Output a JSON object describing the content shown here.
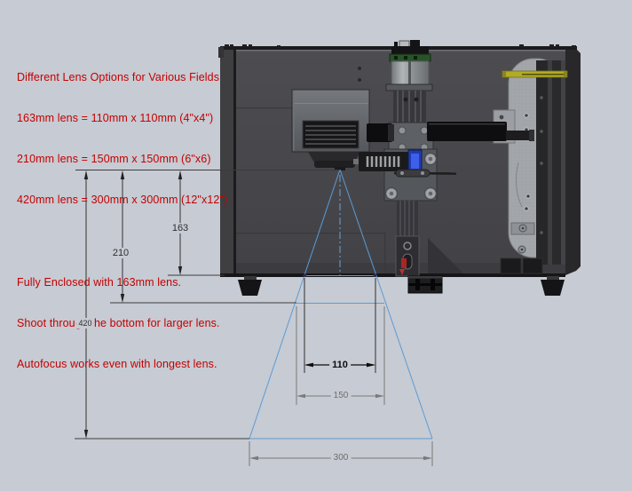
{
  "annotation": {
    "title": "Different Lens Options for Various Fields",
    "lens_options": [
      "163mm lens = 110mm x 110mm (4\"x4\")",
      "210mm lens = 150mm x 150mm (6\"x6)",
      "420mm lens = 300mm x 300mm (12\"x12\")"
    ],
    "notes": [
      "Fully Enclosed with 163mm lens.",
      "Shoot through the bottom for larger lens.",
      "Autofocus works even with longest lens."
    ]
  },
  "dimensions": {
    "v163": "163",
    "v210": "210",
    "v420": "420",
    "h110": "110",
    "h150": "150",
    "h300": "300"
  },
  "colors": {
    "background": "#c7cbd3",
    "annotation_red": "#c40000",
    "cone_blue": "#5b9bd5",
    "dimension_dark": "#333333",
    "dimension_gray": "#777777",
    "highlight_yellow": "#b1ab25"
  }
}
